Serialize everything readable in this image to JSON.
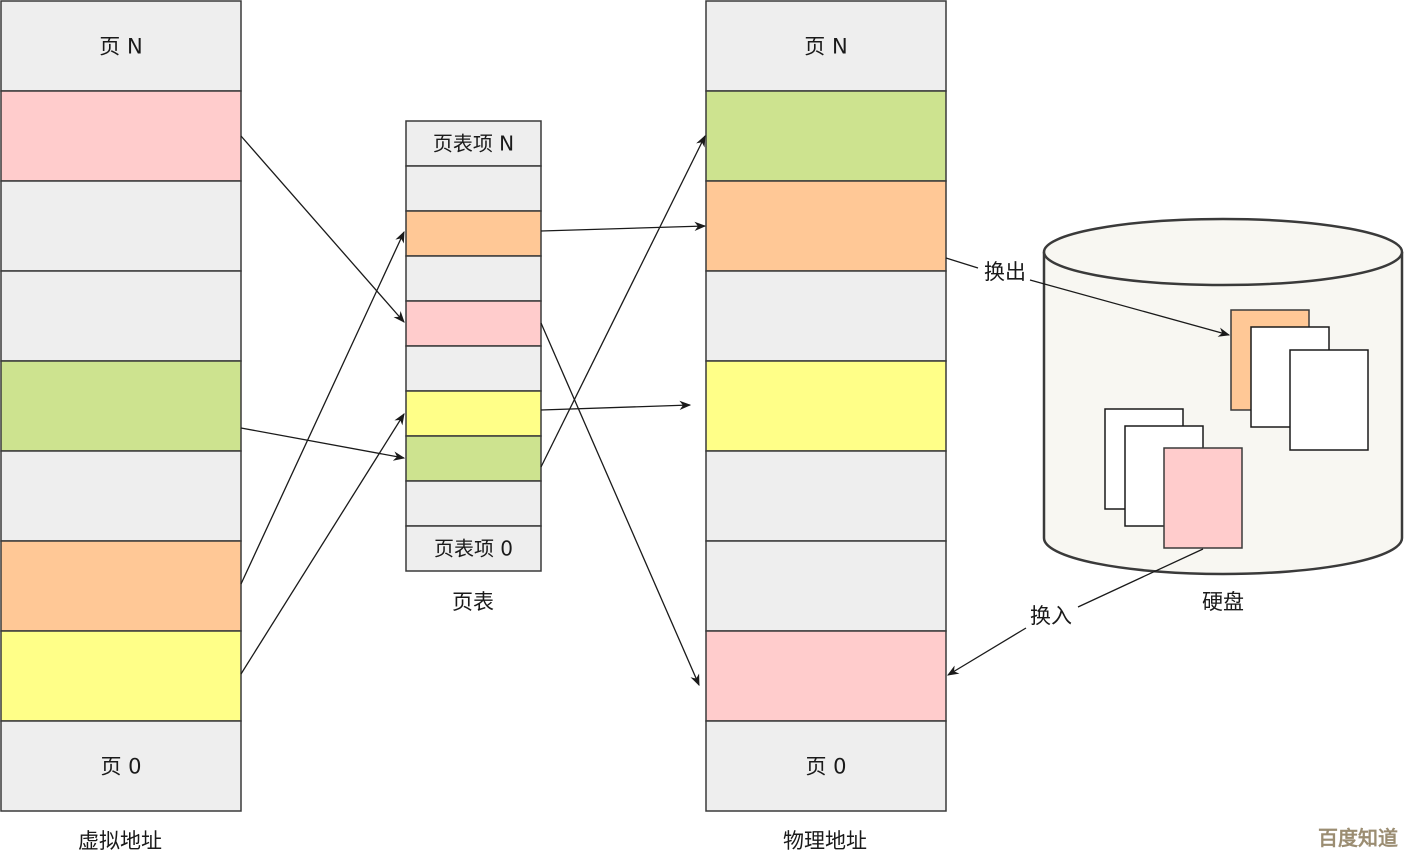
{
  "colors": {
    "gray": "#eeeeee",
    "pink": "#ffcccc",
    "green": "#cde38f",
    "orange": "#ffc896",
    "yellow": "#ffff88",
    "white": "#ffffff",
    "stroke": "#3a3a3a",
    "disk_fill": "#f8f7f2"
  },
  "virtual": {
    "title": "虚拟地址",
    "cells": [
      {
        "color": "gray",
        "label": "页 N"
      },
      {
        "color": "pink",
        "label": ""
      },
      {
        "color": "gray",
        "label": ""
      },
      {
        "color": "gray",
        "label": ""
      },
      {
        "color": "green",
        "label": ""
      },
      {
        "color": "gray",
        "label": ""
      },
      {
        "color": "orange",
        "label": ""
      },
      {
        "color": "yellow",
        "label": ""
      },
      {
        "color": "gray",
        "label": "页 0"
      }
    ]
  },
  "page_table": {
    "title": "页表",
    "cells": [
      {
        "color": "gray",
        "label": "页表项 N"
      },
      {
        "color": "gray",
        "label": ""
      },
      {
        "color": "orange",
        "label": ""
      },
      {
        "color": "gray",
        "label": ""
      },
      {
        "color": "pink",
        "label": ""
      },
      {
        "color": "gray",
        "label": ""
      },
      {
        "color": "yellow",
        "label": ""
      },
      {
        "color": "green",
        "label": ""
      },
      {
        "color": "gray",
        "label": ""
      },
      {
        "color": "gray",
        "label": "页表项 0"
      }
    ]
  },
  "physical": {
    "title": "物理地址",
    "cells": [
      {
        "color": "gray",
        "label": "页 N"
      },
      {
        "color": "green",
        "label": ""
      },
      {
        "color": "orange",
        "label": ""
      },
      {
        "color": "gray",
        "label": ""
      },
      {
        "color": "yellow",
        "label": ""
      },
      {
        "color": "gray",
        "label": ""
      },
      {
        "color": "gray",
        "label": ""
      },
      {
        "color": "pink",
        "label": ""
      },
      {
        "color": "gray",
        "label": "页 0"
      }
    ]
  },
  "disk": {
    "title": "硬盘",
    "swap_out_label": "换出",
    "swap_in_label": "换入"
  },
  "watermark": "百度知道"
}
